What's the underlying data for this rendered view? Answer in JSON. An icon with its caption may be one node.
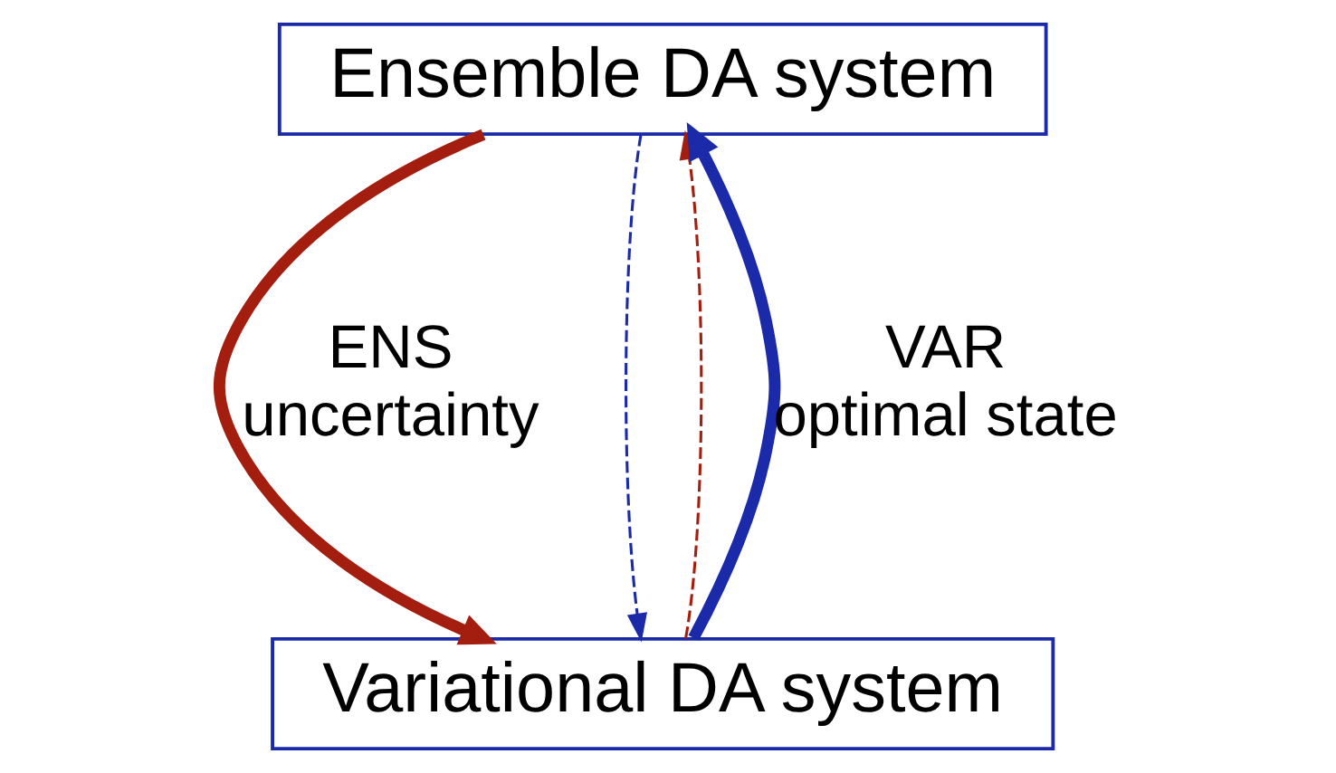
{
  "diagram": {
    "nodes": [
      {
        "text": [
          "Ensemble DA system"
        ]
      },
      {
        "text": [
          "Variational DA system"
        ]
      }
    ],
    "edges": [
      {
        "from": 0,
        "to": 1,
        "arrow": "to",
        "label": "ENS uncertainty",
        "style": "thick",
        "color": "#a41e10"
      },
      {
        "from": 1,
        "to": 0,
        "arrow": "to",
        "style": "dashed",
        "color": "#a41e10"
      },
      {
        "from": 0,
        "to": 1,
        "arrow": "to",
        "style": "dashed",
        "color": "#1a2aa8"
      },
      {
        "from": 1,
        "to": 0,
        "arrow": "to",
        "label": "VAR optimal state",
        "style": "thick",
        "color": "#1a2aa8"
      }
    ]
  }
}
